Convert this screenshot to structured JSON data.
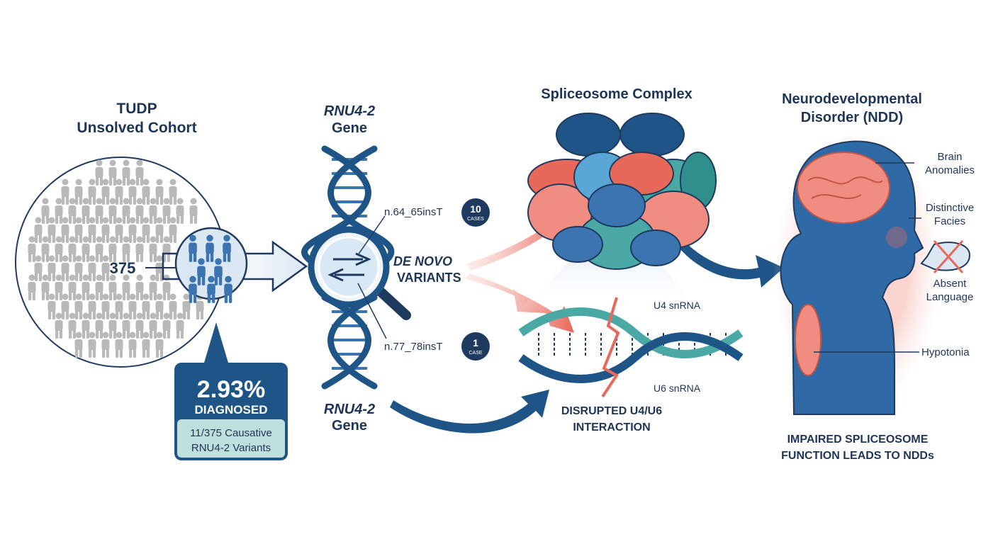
{
  "cohort": {
    "title_line1": "TUDP",
    "title_line2": "Unsolved Cohort",
    "count": "375",
    "percent": "2.93%",
    "diagnosed": "DIAGNOSED",
    "detail_line1": "11/375 Causative",
    "detail_line2": "RNU4-2 Variants"
  },
  "gene": {
    "name": "RNU4-2",
    "suffix": "Gene",
    "variant_a": "n.64_65insT",
    "variant_a_count": "10",
    "variant_a_unit": "CASES",
    "variant_b": "n.77_78insT",
    "variant_b_count": "1",
    "variant_b_unit": "CASE",
    "de_novo_line1": "DE NOVO",
    "de_novo_line2": "VARIANTS"
  },
  "spliceosome": {
    "title": "Spliceosome Complex",
    "u4": "U4 snRNA",
    "u6": "U6 snRNA",
    "disrupted_line1": "DISRUPTED U4/U6",
    "disrupted_line2": "INTERACTION"
  },
  "ndd": {
    "title_line1": "Neurodevelopmental",
    "title_line2": "Disorder (NDD)",
    "features": {
      "brain_line1": "Brain",
      "brain_line2": "Anomalies",
      "facies_line1": "Distinctive",
      "facies_line2": "Facies",
      "language_line1": "Absent",
      "language_line2": "Language",
      "hypotonia": "Hypotonia"
    },
    "conclusion_line1": "IMPAIRED SPLICEOSOME",
    "conclusion_line2": "FUNCTION LEADS TO NDDs"
  },
  "colors": {
    "navy": "#1e3a5f",
    "blue": "#3b74b0",
    "teal": "#4aa9a5",
    "coral": "#e8685a",
    "gray": "#b5b5b5"
  }
}
